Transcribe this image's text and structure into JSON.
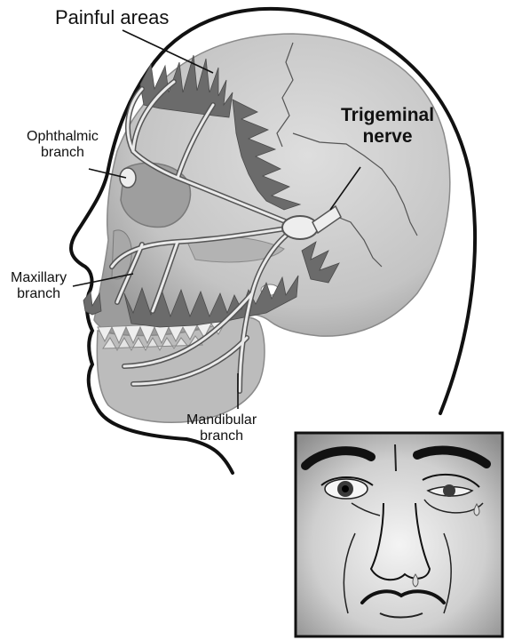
{
  "labels": {
    "painful_areas": "Painful areas",
    "ophthalmic_branch": [
      "Ophthalmic",
      "branch"
    ],
    "trigeminal_nerve": [
      "Trigeminal",
      "nerve"
    ],
    "maxillary_branch": [
      "Maxillary",
      "branch"
    ],
    "mandibular_branch": [
      "Mandibular",
      "branch"
    ]
  },
  "colors": {
    "skull_light": "#d2d2d2",
    "skull_mid": "#a9a9a9",
    "pain_zone": "#6e6e6e",
    "nerve": "#e6e6e6",
    "outline": "#111111"
  }
}
